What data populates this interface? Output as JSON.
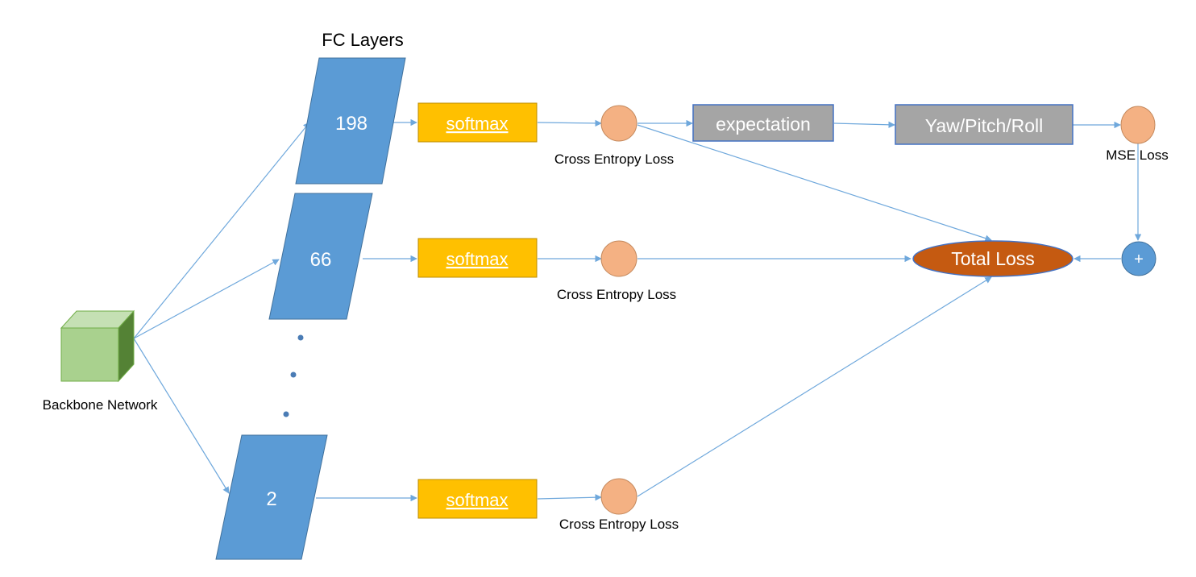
{
  "diagram": {
    "fc_header": "FC Layers",
    "fc_layers": [
      {
        "label": "198"
      },
      {
        "label": "66"
      },
      {
        "label": "2"
      }
    ],
    "softmax": [
      "softmax",
      "softmax",
      "softmax"
    ],
    "ce_labels": [
      "Cross Entropy Loss",
      "Cross Entropy Loss",
      "Cross Entropy Loss"
    ],
    "expectation": "expectation",
    "angles": "Yaw/Pitch/Roll",
    "mse_label": "MSE Loss",
    "plus": "+",
    "total_loss": "Total Loss",
    "backbone_label": "Backbone Network",
    "colors": {
      "fc": "#5b9bd5",
      "softmax": "#ffc000",
      "loss_node": "#f4b183",
      "grey_box": "#a5a5a5",
      "total": "#c55a11",
      "cube_front": "#a9d18e",
      "cube_top": "#c5e0b4",
      "cube_side": "#548235",
      "arrow": "#6fa8dc"
    }
  }
}
